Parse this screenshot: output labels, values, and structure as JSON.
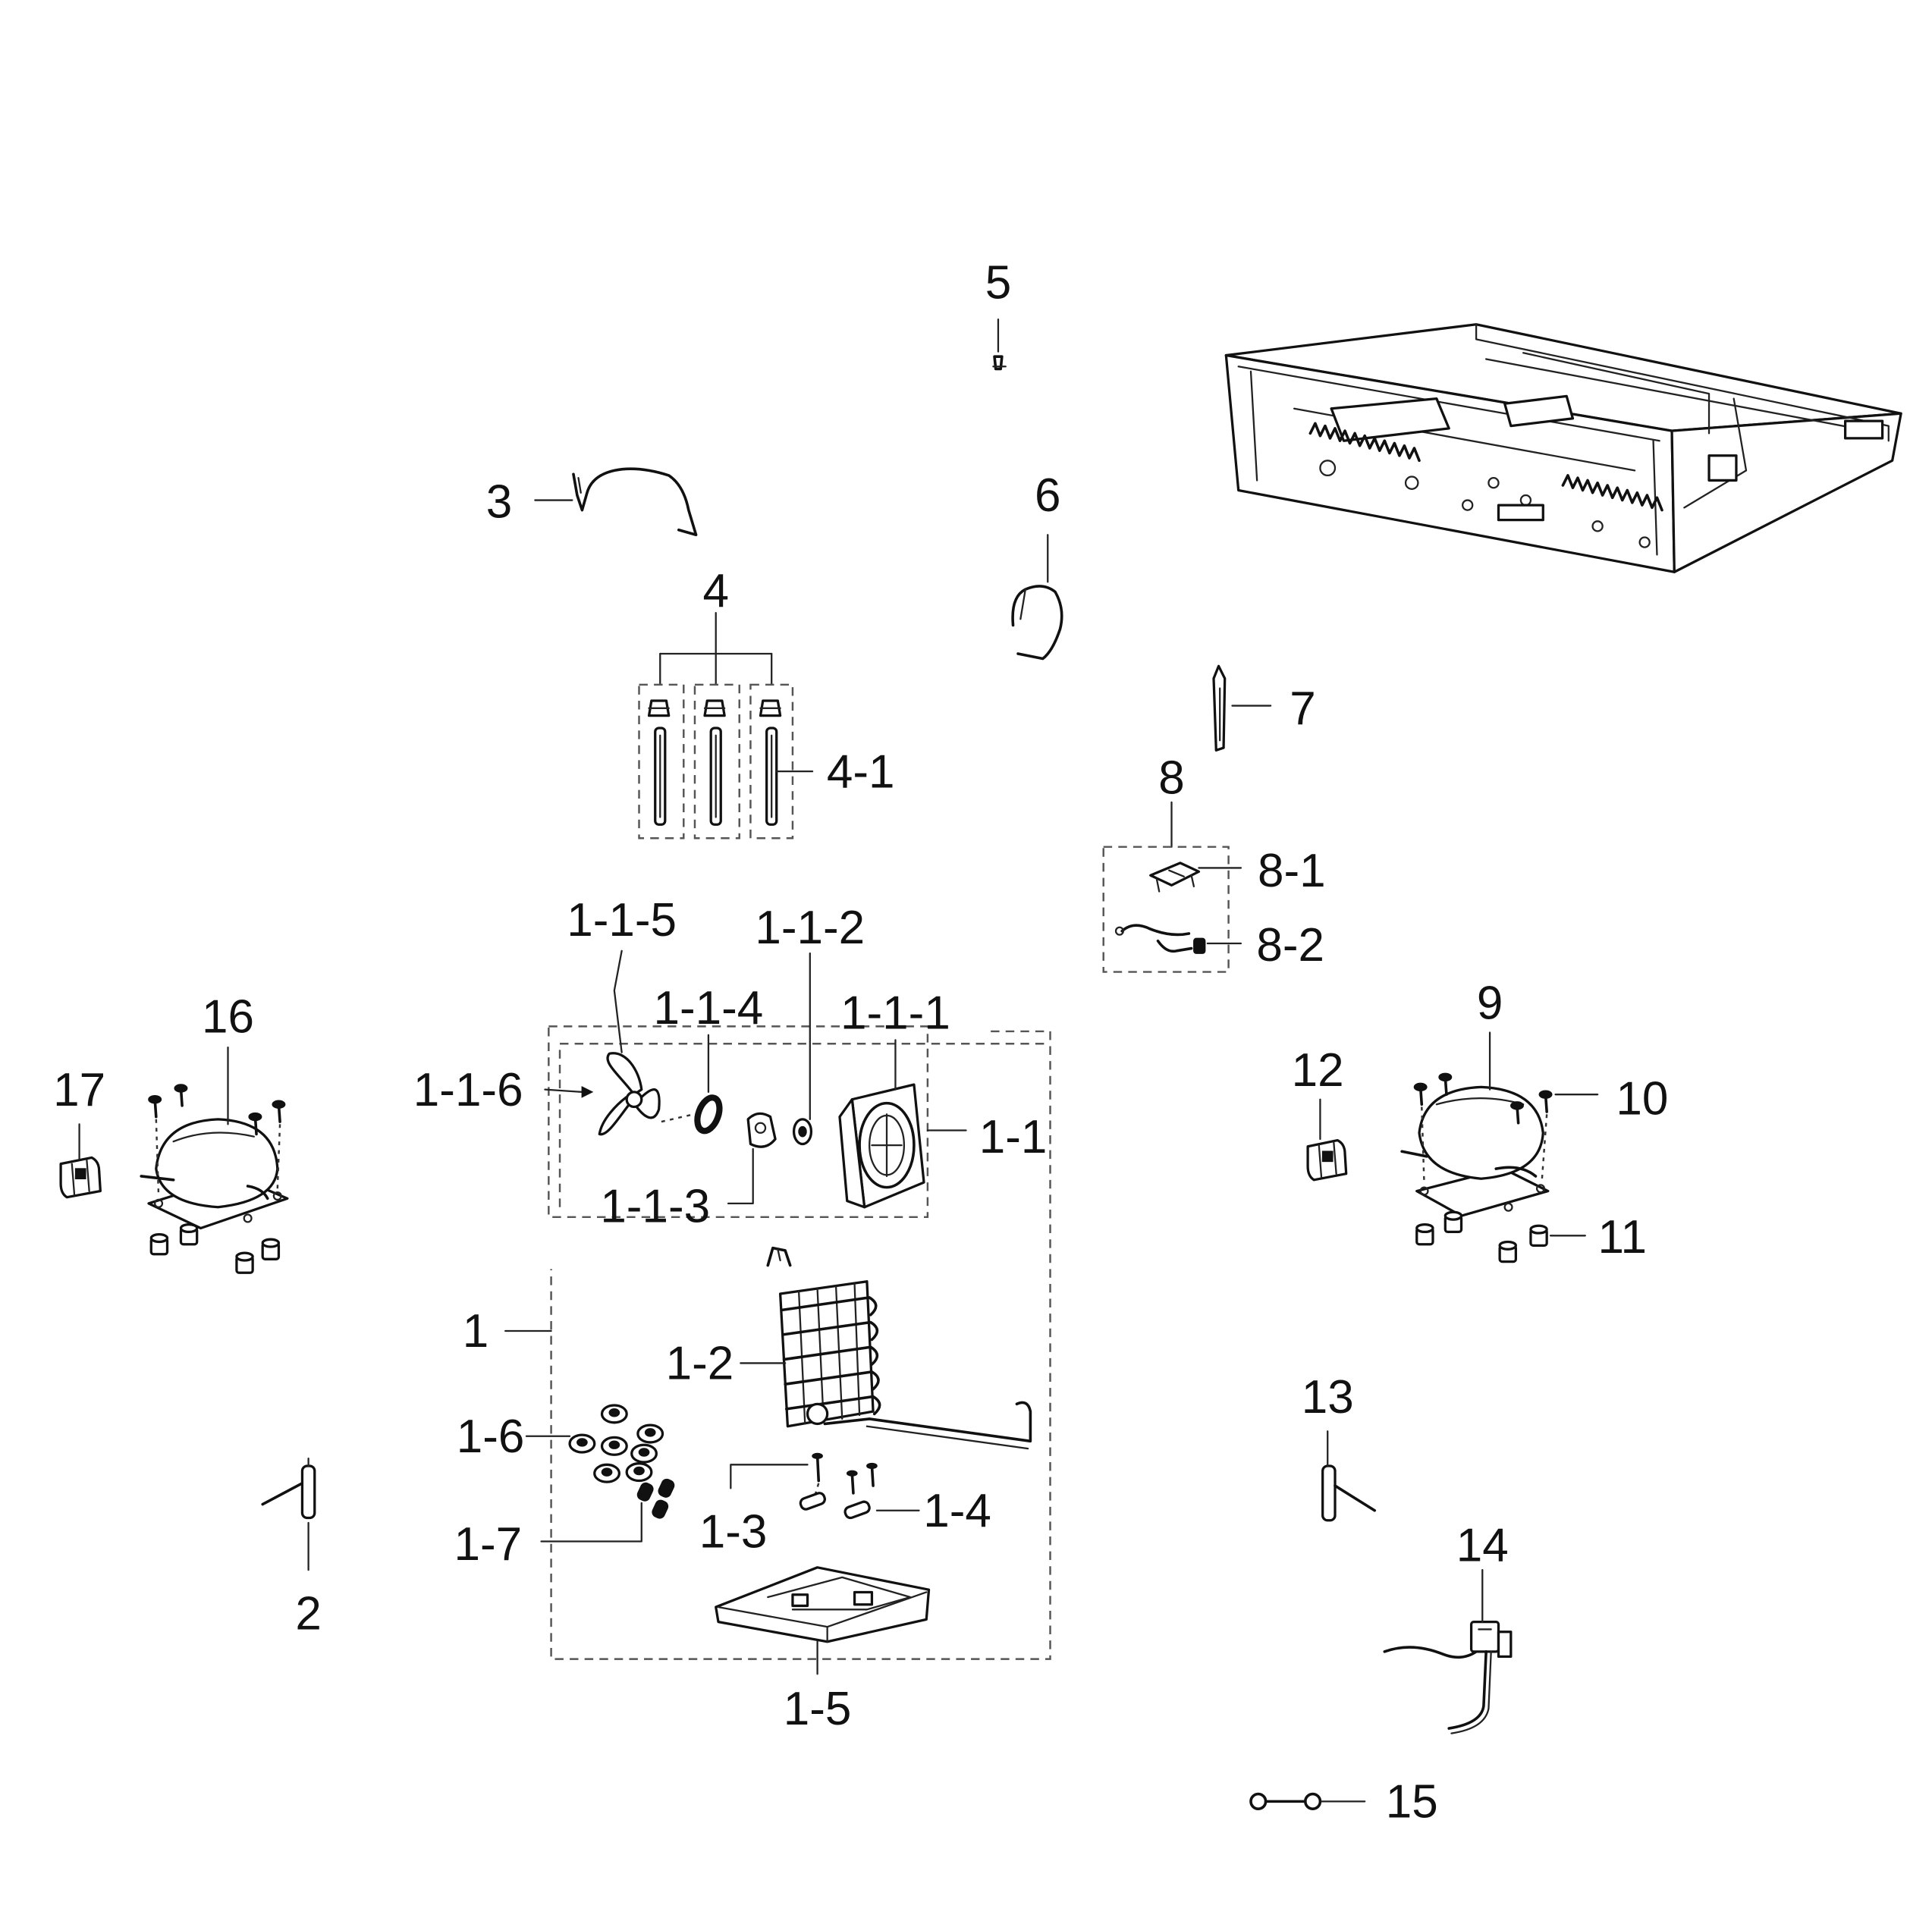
{
  "callouts": {
    "p1": "1",
    "p1_1": "1-1",
    "p1_1_1": "1-1-1",
    "p1_1_2": "1-1-2",
    "p1_1_3": "1-1-3",
    "p1_1_4": "1-1-4",
    "p1_1_5": "1-1-5",
    "p1_1_6": "1-1-6",
    "p1_2": "1-2",
    "p1_3": "1-3",
    "p1_4": "1-4",
    "p1_5": "1-5",
    "p1_6": "1-6",
    "p1_7": "1-7",
    "p2": "2",
    "p3": "3",
    "p4": "4",
    "p4_1": "4-1",
    "p5": "5",
    "p6": "6",
    "p7": "7",
    "p8": "8",
    "p8_1": "8-1",
    "p8_2": "8-2",
    "p9": "9",
    "p10": "10",
    "p11": "11",
    "p12": "12",
    "p13": "13",
    "p14": "14",
    "p15": "15",
    "p16": "16",
    "p17": "17"
  },
  "colors": {
    "line": "#111111",
    "background": "#ffffff"
  }
}
